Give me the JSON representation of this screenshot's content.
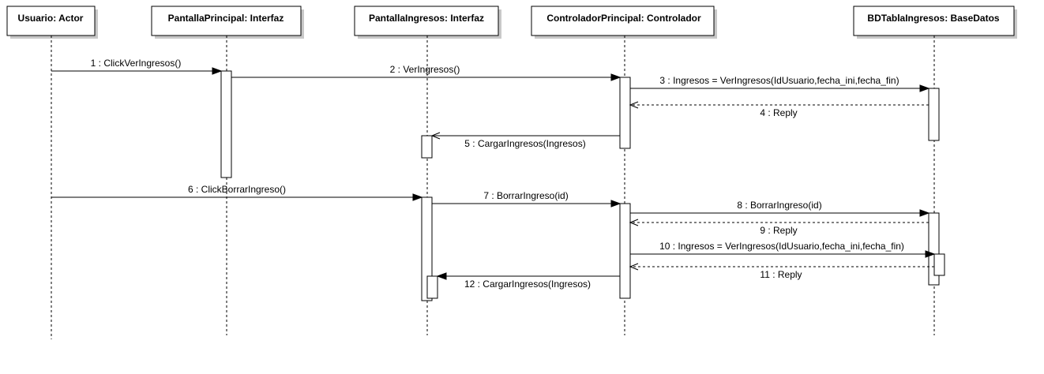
{
  "lifelines": [
    {
      "id": "usuario",
      "label": "Usuario: Actor"
    },
    {
      "id": "pantallaPrincipal",
      "label": "PantallaPrincipal: Interfaz"
    },
    {
      "id": "pantallaIngresos",
      "label": "PantallaIngresos: Interfaz"
    },
    {
      "id": "controlador",
      "label": "ControladorPrincipal: Controlador"
    },
    {
      "id": "bd",
      "label": "BDTablaIngresos: BaseDatos"
    }
  ],
  "messages": [
    {
      "label": "1 : ClickVerIngresos()",
      "kind": "call"
    },
    {
      "label": "2 : VerIngresos()",
      "kind": "call"
    },
    {
      "label": "3 : Ingresos = VerIngresos(IdUsuario,fecha_ini,fecha_fin)",
      "kind": "call"
    },
    {
      "label": "4 : Reply",
      "kind": "reply"
    },
    {
      "label": "5 : CargarIngresos(Ingresos)",
      "kind": "async"
    },
    {
      "label": "6 : ClickBorrarIngreso()",
      "kind": "call"
    },
    {
      "label": "7 : BorrarIngreso(id)",
      "kind": "call"
    },
    {
      "label": "8 : BorrarIngreso(id)",
      "kind": "call"
    },
    {
      "label": "9 : Reply",
      "kind": "reply"
    },
    {
      "label": "10 : Ingresos = VerIngresos(IdUsuario,fecha_ini,fecha_fin)",
      "kind": "call"
    },
    {
      "label": "11 : Reply",
      "kind": "reply"
    },
    {
      "label": "12 : CargarIngresos(Ingresos)",
      "kind": "call"
    }
  ]
}
